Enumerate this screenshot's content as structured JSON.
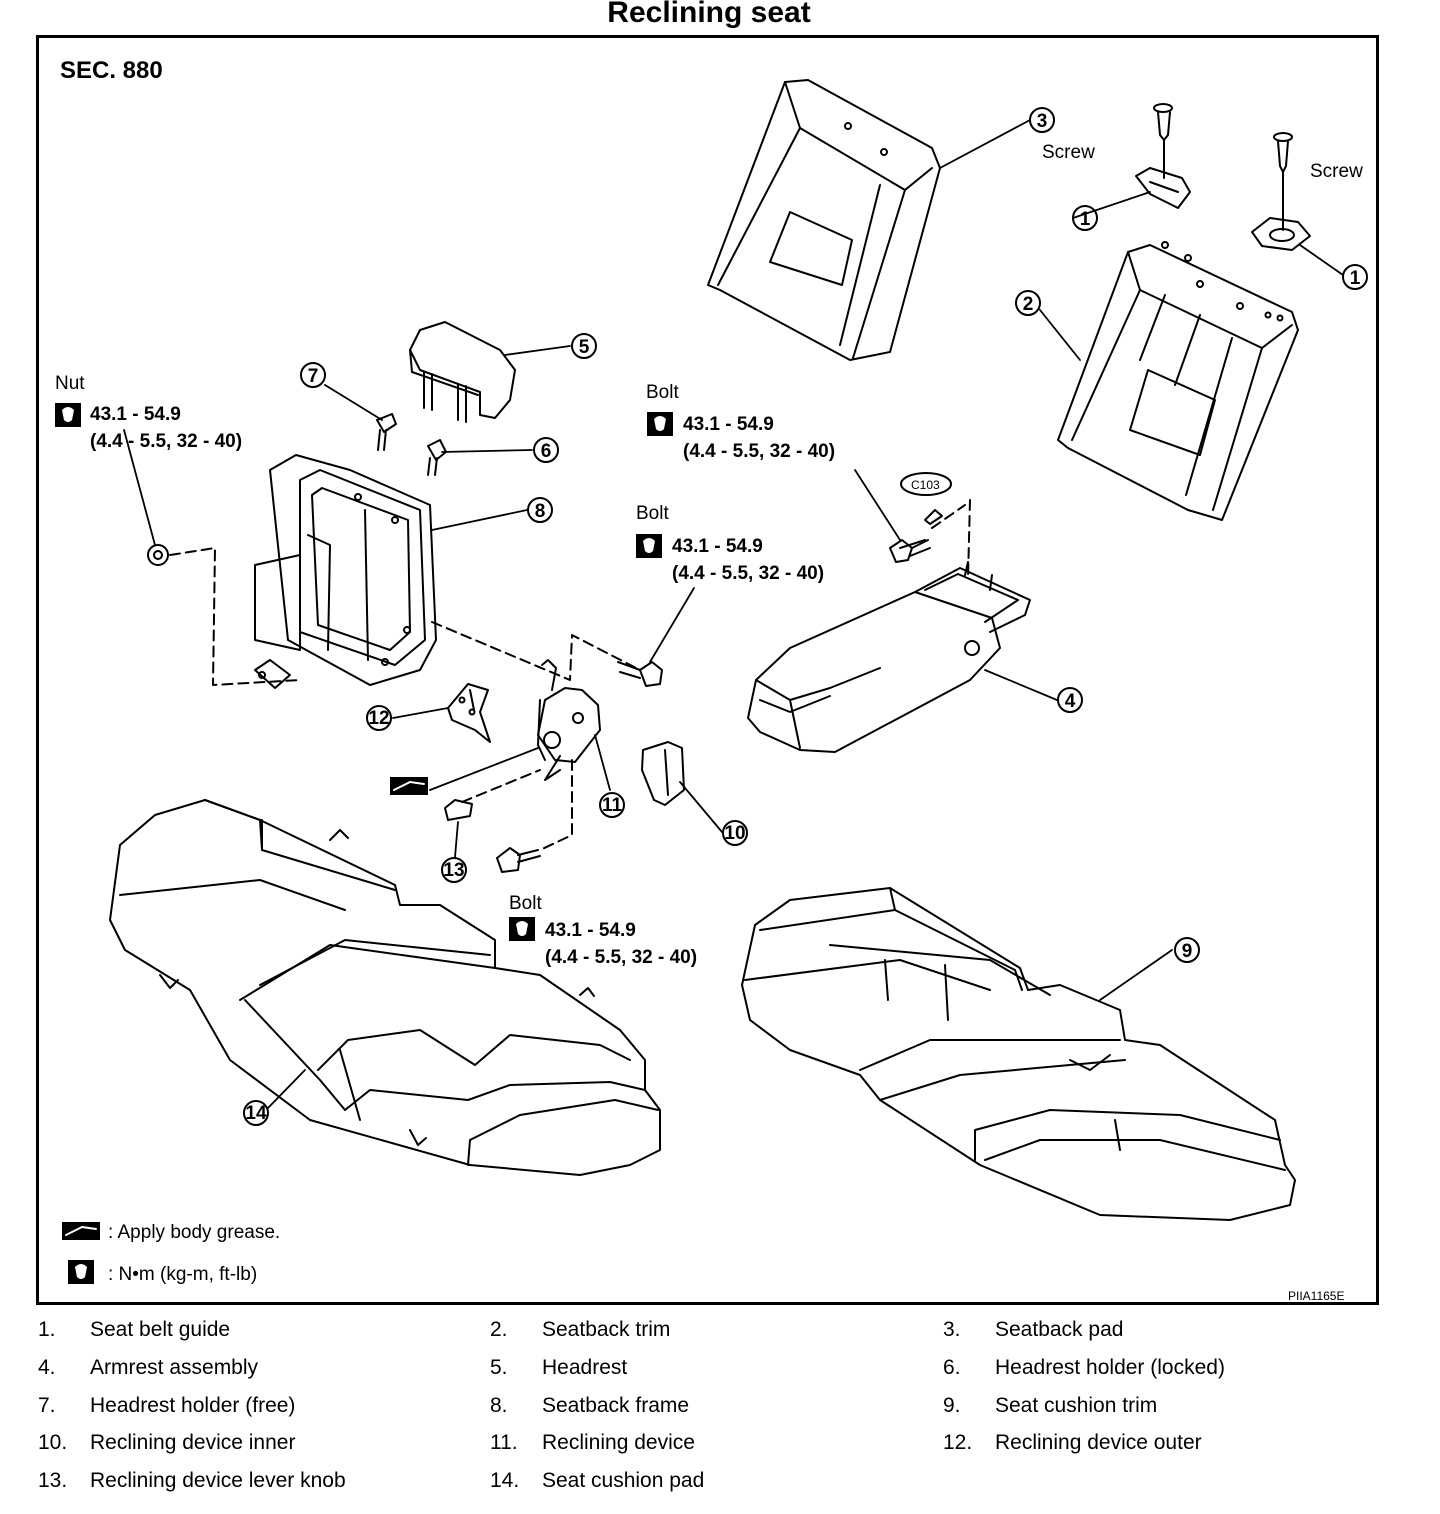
{
  "title": "Reclining seat",
  "section": "SEC. 880",
  "code": "PIIA1165E",
  "callouts": [
    "1",
    "1",
    "2",
    "3",
    "4",
    "5",
    "6",
    "7",
    "8",
    "9",
    "10",
    "11",
    "12",
    "13",
    "14"
  ],
  "hardware": {
    "screw": "Screw",
    "nut": "Nut",
    "bolt": "Bolt",
    "connector": "C103"
  },
  "torque": {
    "value": "43.1 - 54.9",
    "alt": "(4.4 - 5.5, 32 - 40)"
  },
  "notes": {
    "grease": ": Apply body grease.",
    "torque_unit": ":  N•m  (kg-m,  ft-lb)"
  },
  "legend": [
    {
      "num": "1.",
      "label": "Seat belt guide"
    },
    {
      "num": "2.",
      "label": "Seatback trim"
    },
    {
      "num": "3.",
      "label": "Seatback pad"
    },
    {
      "num": "4.",
      "label": "Armrest assembly"
    },
    {
      "num": "5.",
      "label": "Headrest"
    },
    {
      "num": "6.",
      "label": "Headrest holder (locked)"
    },
    {
      "num": "7.",
      "label": "Headrest holder (free)"
    },
    {
      "num": "8.",
      "label": "Seatback frame"
    },
    {
      "num": "9.",
      "label": "Seat cushion trim"
    },
    {
      "num": "10.",
      "label": "Reclining device inner"
    },
    {
      "num": "11.",
      "label": "Reclining device"
    },
    {
      "num": "12.",
      "label": "Reclining device outer"
    },
    {
      "num": "13.",
      "label": "Reclining device lever knob"
    },
    {
      "num": "14.",
      "label": "Seat cushion pad"
    }
  ]
}
